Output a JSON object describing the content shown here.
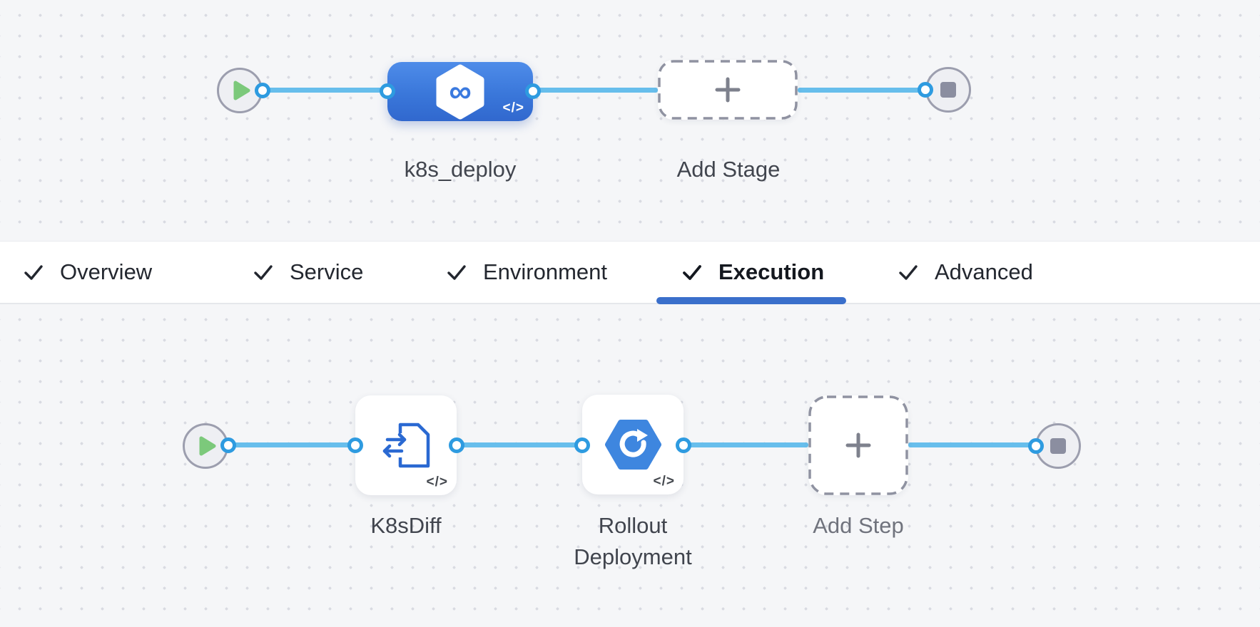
{
  "stage_pipeline": {
    "stage": {
      "name": "k8s_deploy"
    },
    "add_stage_label": "Add Stage"
  },
  "tab_bar": {
    "tabs": [
      {
        "label": "Overview",
        "checked": true,
        "active": false
      },
      {
        "label": "Service",
        "checked": true,
        "active": false
      },
      {
        "label": "Environment",
        "checked": true,
        "active": false
      },
      {
        "label": "Execution",
        "checked": true,
        "active": true
      },
      {
        "label": "Advanced",
        "checked": true,
        "active": false
      }
    ]
  },
  "execution_pipeline": {
    "steps": [
      {
        "name": "K8sDiff"
      },
      {
        "name": "Rollout Deployment"
      }
    ],
    "add_step_label": "Add Step"
  },
  "icons": {
    "stage_icon": "∞",
    "code_toggle": "</>"
  },
  "colors": {
    "accent_blue": "#3A6FCB",
    "stage_blue": "#3C7EE0",
    "edge_blue": "#67BEEC",
    "port_blue": "#2E9BE0",
    "play_green": "#7CC97B",
    "canvas_bg": "#F5F6F8"
  }
}
